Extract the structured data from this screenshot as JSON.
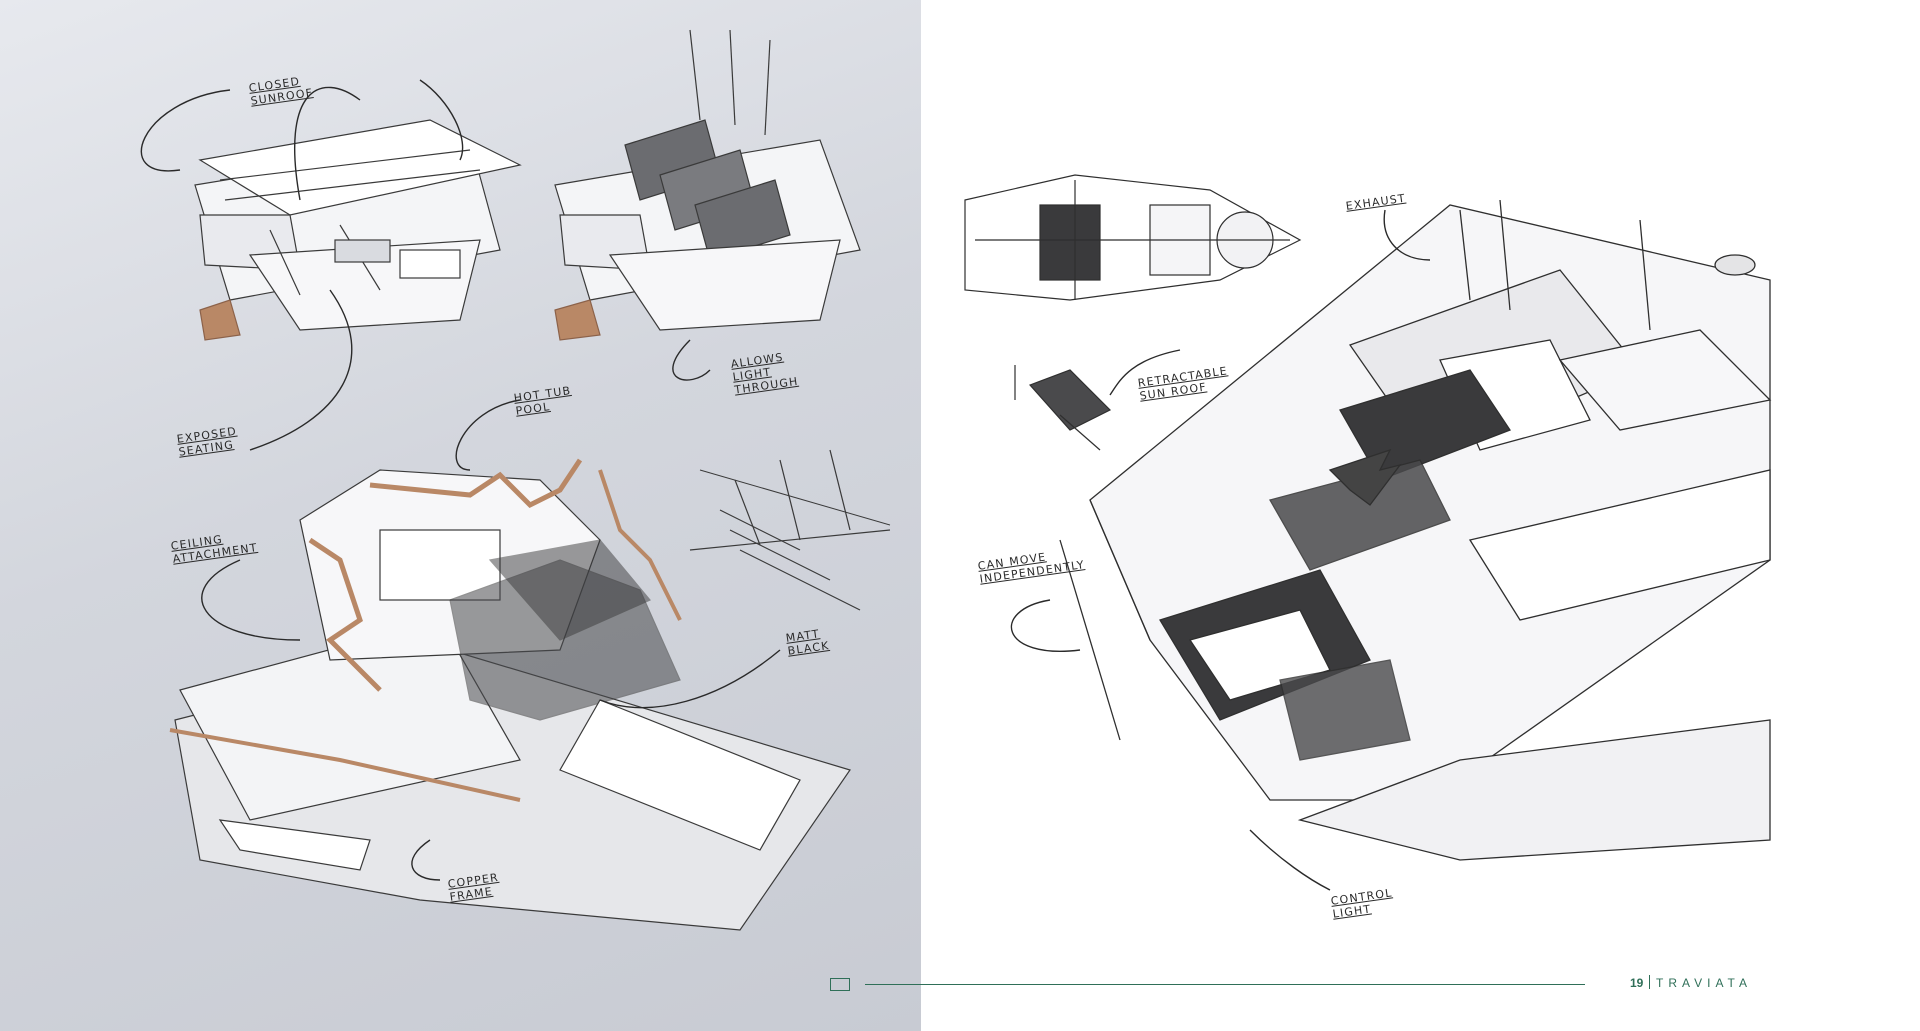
{
  "annotations": {
    "closed_sunroof": [
      "CLOSED",
      "SUNROOF"
    ],
    "allows_light": [
      "ALLOWS",
      "LIGHT",
      "THROUGH"
    ],
    "exposed_seating": [
      "EXPOSED",
      "SEATING"
    ],
    "hot_tub": [
      "HOT TUB",
      "POOL"
    ],
    "ceiling_attachment": [
      "CEILING",
      "ATTACHMENT"
    ],
    "matt_black": [
      "MATT",
      "BLACK"
    ],
    "copper_frame": [
      "COPPER",
      "FRAME"
    ],
    "exhaust": [
      "EXHAUST"
    ],
    "retractable_roof": [
      "RETRACTABLE",
      "SUN ROOF"
    ],
    "can_move": [
      "CAN MOVE",
      "INDEPENDENTLY"
    ],
    "control_light": [
      "CONTROL",
      "LIGHT"
    ]
  },
  "footer": {
    "page_number": "19",
    "title": "TRAVIATA"
  },
  "colors": {
    "accent_green": "#2f6f58",
    "copper": "#b98866",
    "matt_black": "#3a3a3c",
    "left_page_bg": "#d6d9df"
  }
}
